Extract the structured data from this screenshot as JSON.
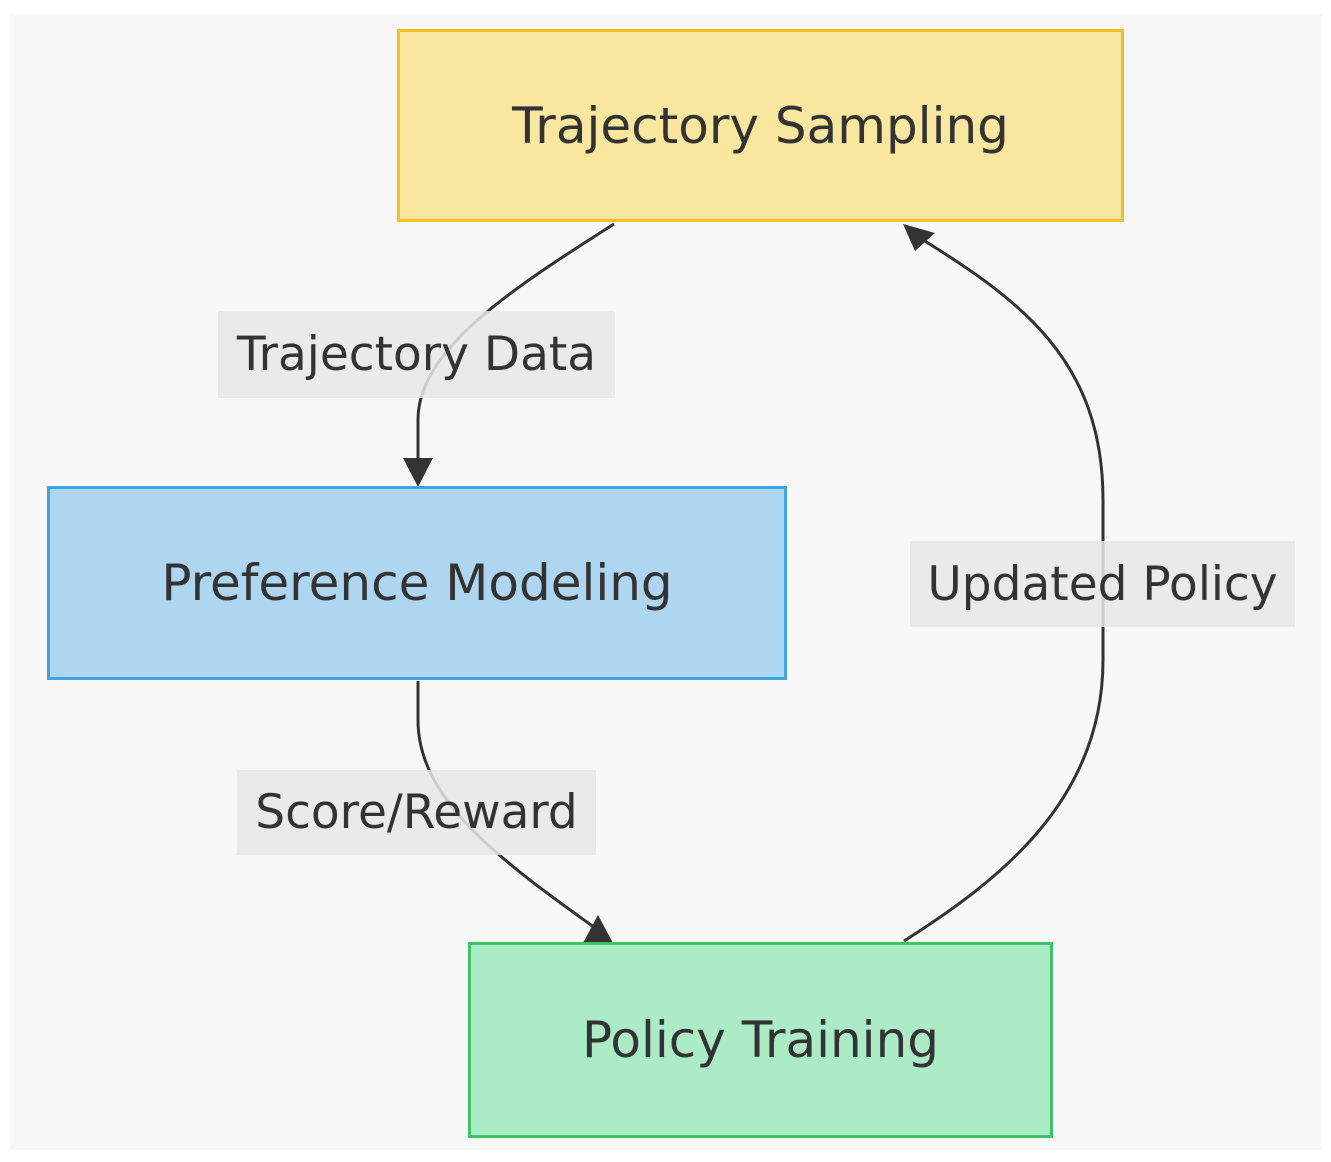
{
  "nodes": {
    "sampling": {
      "label": "Trajectory Sampling",
      "fill": "#f9e69f"
    },
    "modeling": {
      "label": "Preference Modeling",
      "fill": "#aed6f1"
    },
    "training": {
      "label": "Policy Training",
      "fill": "#abebc6"
    }
  },
  "edges": {
    "sampling_to_modeling": {
      "label": "Trajectory Data"
    },
    "modeling_to_training": {
      "label": "Score/Reward"
    },
    "training_to_sampling": {
      "label": "Updated Policy"
    }
  },
  "colors": {
    "edge_stroke": "#333333",
    "canvas_background": "#f8f8f8"
  }
}
